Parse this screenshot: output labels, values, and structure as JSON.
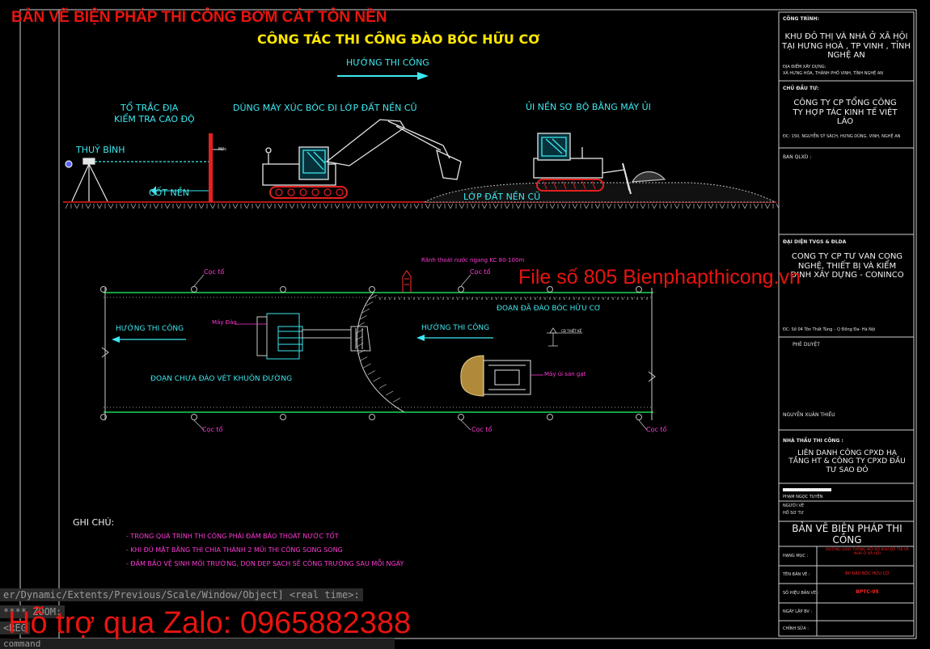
{
  "header": {
    "watermark_title": "BẢN VẼ BIỆN PHÁP THI CÔNG BƠM CÁT TÔN NỀN",
    "main_title": "CÔNG TÁC THI CÔNG ĐÀO BÓC HỮU CƠ"
  },
  "section_elevation": {
    "direction_label": "HƯỚNG THI CÔNG",
    "surveyor_label_1": "TỔ TRẮC ĐỊA",
    "surveyor_label_2": "KIỂM TRA CAO ĐỘ",
    "level_label": "THUỶ BÌNH",
    "ground_level_label": "CỐT NỀN",
    "excavator_note": "DÙNG MÁY XÚC BÓC ĐI LỚP ĐẤT NỀN CŨ",
    "bulldozer_note": "ỦI NỀN SƠ BỘ BẰNG MÁY ỦI",
    "old_soil_label": "LỚP ĐẤT NỀN CŨ",
    "staff_mark": "Mốc"
  },
  "section_plan": {
    "stake_label": "Cọc tổ",
    "drain_label": "Rãnh thoát nước ngang KC 80-100m",
    "direction_left": "HƯỚNG THI CÔNG",
    "direction_right": "HƯỚNG THI CÔNG",
    "excavator_label": "Máy Đào",
    "bulldozer_label": "Máy ủi san gạt",
    "done_zone": "ĐOẠN ĐÃ ĐÀO BÓC HỮU CƠ",
    "todo_zone": "ĐOẠN CHƯA ĐÀO VÉT KHUÔN ĐƯỜNG",
    "elevation_mark": "CĐ THIẾT KẾ"
  },
  "notes": {
    "heading": "GHI CHÚ:",
    "items": [
      "- TRONG QUÁ TRÌNH THI CÔNG PHẢI ĐẢM BẢO THOÁT NƯỚC TỐT",
      "- KHI ĐỦ MẶT BẰNG THÌ CHIA THÀNH 2 MŨI THI CÔNG SONG SONG",
      "- ĐẢM BẢO VỆ SINH MÔI TRƯỜNG, DỌN DẸP SẠCH SẼ CÔNG TRƯỜNG SAU MỖI NGÀY"
    ]
  },
  "title_block": {
    "project_label": "CÔNG TRÌNH:",
    "project_name": "KHU ĐÔ THỊ VÀ NHÀ Ở XÃ HỘI TẠI HƯNG HOÀ , TP VINH , TỈNH NGHỆ AN",
    "location_label": "ĐỊA ĐIỂM XÂY DỰNG:",
    "location_value": "XÃ HƯNG HÒA, THÀNH PHỐ VINH, TỈNH NGHỆ AN",
    "owner_label": "CHỦ ĐẦU TƯ:",
    "owner_name": "CÔNG TY CP TỔNG CÔNG TY HỢP TÁC KINH TẾ VIỆT LÀO",
    "owner_address": "ĐC: 150, NGUYỄN SỸ SÁCH, HƯNG DŨNG, VINH, NGHỆ AN",
    "pm_label": "BAN QLXD :",
    "consultant_label": "ĐẠI DIỆN TVGS & ĐLDA",
    "consultant_name": "CÔNG TY CP TƯ VẤN CÔNG NGHỆ, THIẾT BỊ VÀ KIỂM ĐỊNH XÂY DỰNG - CONINCO",
    "consultant_address": "ĐC: Số 04 Tôn Thất Tùng – Q Đống Đa- Hà Nội",
    "approval_label": "PHÊ DUYỆT",
    "approver_name": "NGUYỄN XUÂN THIỀU",
    "contractor_label": "NHÀ THẦU THI CÔNG :",
    "contractor_name": "LIÊN DANH CÔNG CPXD HẠ TẦNG HT & CÔNG TY CPXD ĐẦU TƯ SAO ĐỎ",
    "person_1": "PHẠM NGỌC TUYÊN",
    "drawn_by_label": "NGƯỜI VẼ",
    "checked_by_label": "HỒ SƠ TƯ",
    "drawing_title": "BẢN VẼ BIỆN PHÁP THI CÔNG",
    "category_label": "HẠNG MỤC :",
    "category_value": "ĐƯỜNG GIAO THÔNG NỘI BỘ KHU ĐÔ THỊ VÀ NHÀ Ở XÃ HỘI",
    "sheet_name_label": "TÊN BẢN VẼ :",
    "sheet_name_value": "BP ĐÀO BÓC HỮU CƠ",
    "sheet_no_label": "SỐ HIỆU BẢN VẼ :",
    "sheet_no_value": "BPTC-05",
    "date_label": "NGÀY LẬP BV :",
    "ratio_label": "CHỈNH SỬA :"
  },
  "command_line": {
    "line_1": "er/Dynamic/Extents/Previous/Scale/Window/Object] <real time>:",
    "line_2": "**** ZOOM:",
    "line_3": "<REG",
    "line_4": "command"
  },
  "overlays": {
    "file_banner": "File số 805   Bienphapthicong.vn",
    "zalo_banner": "Hỗ trợ qua Zalo: 0965882388"
  }
}
